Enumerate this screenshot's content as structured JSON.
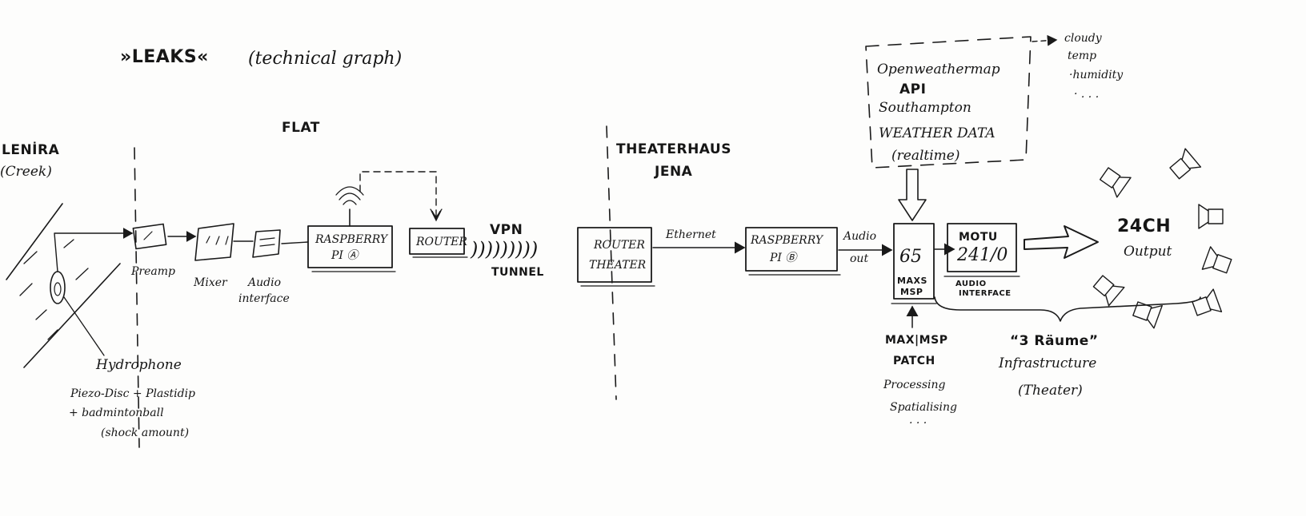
{
  "title": {
    "name": "»LEAKS«",
    "subtitle": "(technical graph)"
  },
  "sections": {
    "lenira": [
      "LENİRA",
      "(Creek)"
    ],
    "flat": "FLAT",
    "theaterhaus": [
      "THEATERHAUS",
      "JENA"
    ]
  },
  "flat_chain": {
    "preamp": "Preamp",
    "mixer": "Mixer",
    "audio_interface": [
      "Audio",
      "interface"
    ],
    "pi_a": [
      "RASPBERRY",
      "PI Ⓐ"
    ],
    "router": "ROUTER"
  },
  "hydrophone": {
    "label": "Hydrophone",
    "note": [
      "Piezo-Disc + Plastidip",
      "+ badmintonball",
      "(shock amount)"
    ]
  },
  "vpn": {
    "title": "VPN",
    "waves": ")))))))))",
    "subtitle": "TUNNEL"
  },
  "theater_chain": {
    "router": [
      "ROUTER",
      "THEATER"
    ],
    "ethernet": "Ethernet",
    "pi_b": [
      "RASPBERRY",
      "PI Ⓑ"
    ],
    "audio_out": [
      "Audio",
      "out"
    ],
    "max": [
      "65",
      "MAXS",
      "MSP"
    ],
    "motu": [
      "MOTU",
      "241/0"
    ],
    "motu_caption": [
      "AUDIO",
      "INTERFACE"
    ]
  },
  "weather": {
    "lines": [
      "Openweathermap",
      "API",
      "Southampton",
      "WEATHER DATA",
      "(realtime)"
    ],
    "outputs": [
      "cloudy",
      "temp",
      "·humidity",
      "· . . ."
    ]
  },
  "maxmsp_patch": [
    "MAX|MSP",
    "PATCH",
    "Processing",
    "Spatialising",
    ". . ."
  ],
  "output": [
    "24CH",
    "Output"
  ],
  "rooms": [
    "“3 Räume”",
    "Infrastructure",
    "(Theater)"
  ]
}
